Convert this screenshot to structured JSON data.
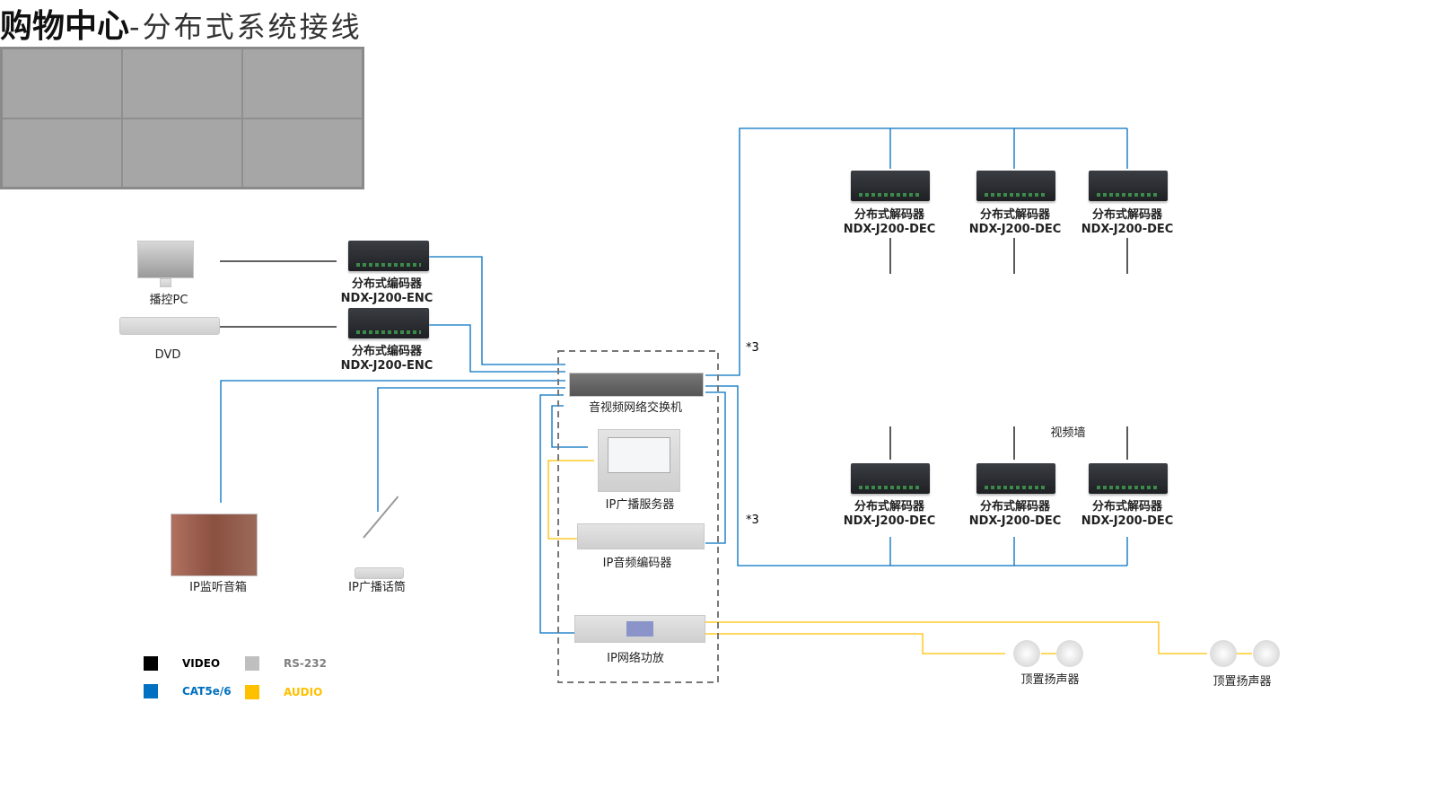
{
  "title": {
    "main": "购物中心",
    "sub": "-分布式系统接线"
  },
  "devices": {
    "pc": "播控PC",
    "dvd": "DVD",
    "encoder": {
      "name": "分布式编码器",
      "model": "NDX-J200-ENC"
    },
    "decoder": {
      "name": "分布式解码器",
      "model": "NDX-J200-DEC"
    },
    "switch": "音视频网络交换机",
    "server": "IP广播服务器",
    "audio_encoder": "IP音频编码器",
    "amplifier": "IP网络功放",
    "monitor_speaker": "IP监听音箱",
    "mic": "IP广播话筒",
    "video_wall": "视频墙",
    "ceiling_speaker": "顶置扬声器"
  },
  "multiplier": "*3",
  "legend": [
    {
      "label": "VIDEO",
      "color": "#000000"
    },
    {
      "label": "RS-232",
      "color": "#bfbfbf"
    },
    {
      "label": "CAT5e/6",
      "color": "#0070c0"
    },
    {
      "label": "AUDIO",
      "color": "#ffc000"
    }
  ]
}
